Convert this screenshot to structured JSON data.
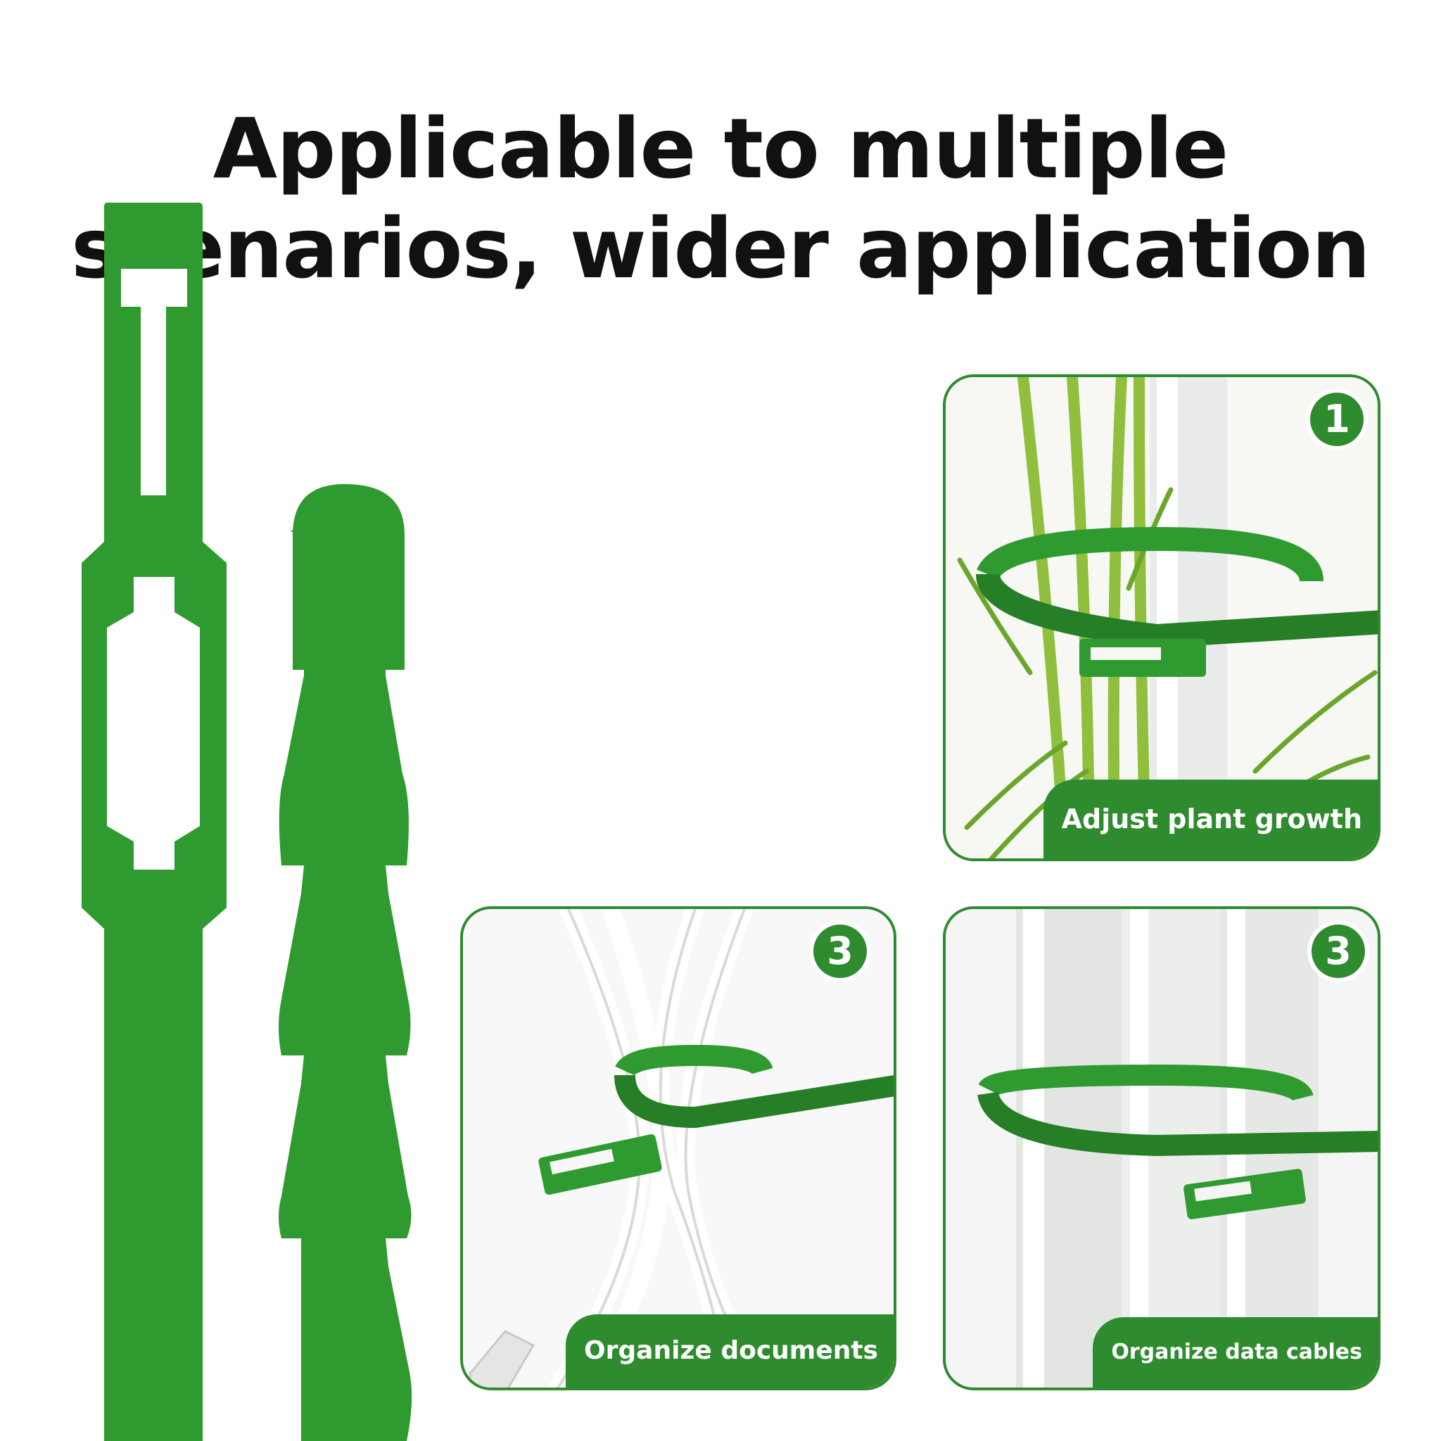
{
  "headline": {
    "line1": "Applicable to multiple",
    "line2": "scenarios, wider application"
  },
  "colors": {
    "tie_green": "#2f9a2f",
    "frame_green": "#2e8b2e",
    "text_dark": "#111111",
    "background": "#ffffff"
  },
  "panels": [
    {
      "badge": "1",
      "caption": "Adjust plant growth"
    },
    {
      "badge": "3",
      "caption": "Organize documents"
    },
    {
      "badge": "3",
      "caption": "Organize data cables"
    }
  ]
}
